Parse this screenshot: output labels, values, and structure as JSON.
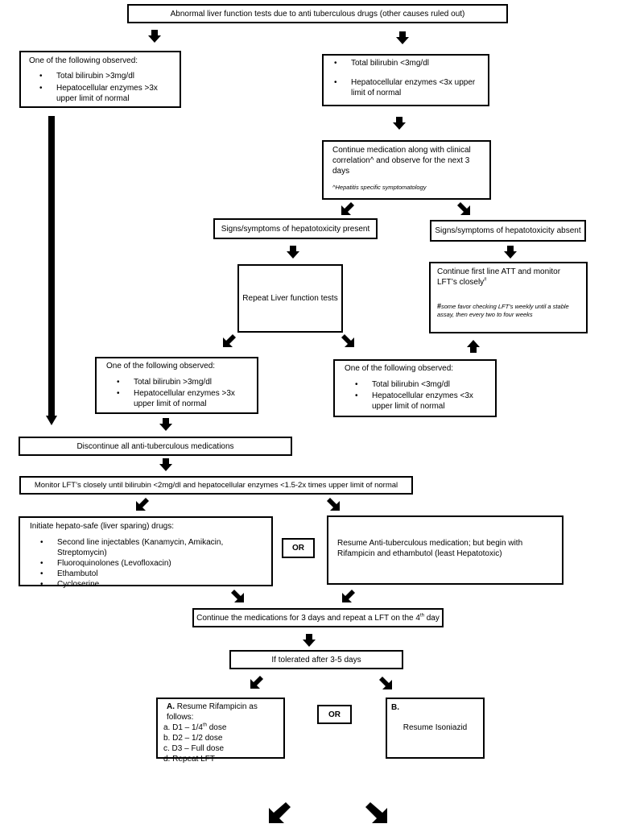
{
  "top": {
    "text": "Abnormal liver function tests due to anti tuberculous drugs (other causes ruled out)"
  },
  "left_high": {
    "heading": "One of the following observed:",
    "items": [
      "Total bilirubin >3mg/dl",
      "Hepatocellular enzymes >3x upper limit of normal"
    ]
  },
  "right_low": {
    "items": [
      "Total bilirubin <3mg/dl",
      "Hepatocellular enzymes <3x upper limit of normal"
    ]
  },
  "continue_med": {
    "text": "Continue medication along with clinical correlation^ and observe for the next 3 days",
    "note": "^Hepatitis specific symptomatology"
  },
  "signs_present": {
    "text": "Signs/symptoms of hepatotoxicity present"
  },
  "signs_absent": {
    "text": "Signs/symptoms of hepatotoxicity absent"
  },
  "repeat_lft": {
    "text": "Repeat Liver function tests"
  },
  "continue_first_line": {
    "text": "Continue first line ATT and monitor LFT’s closely",
    "mark": "#",
    "note_mark": "#",
    "note": "some favor checking LFT’s weekly until a stable assay, then every two to four weeks"
  },
  "observed_high2": {
    "heading": "One of the following observed:",
    "items": [
      "Total bilirubin >3mg/dl",
      "Hepatocellular enzymes >3x upper limit of normal"
    ]
  },
  "observed_low2": {
    "heading": "One of the following observed:",
    "items": [
      "Total bilirubin <3mg/dl",
      "Hepatocellular enzymes <3x upper limit of normal"
    ]
  },
  "discontinue": {
    "text": "Discontinue all anti-tuberculous medications"
  },
  "monitor": {
    "text": "Monitor LFT’s closely until bilirubin <2mg/dl and hepatocellular enzymes <1.5-2x times upper limit of normal"
  },
  "hepato_safe": {
    "heading": "Initiate hepato-safe (liver sparing) drugs:",
    "items": [
      "Second line injectables (Kanamycin, Amikacin, Streptomycin)",
      "Fluoroquinolones (Levofloxacin)",
      "Ethambutol",
      "Cycloserine"
    ]
  },
  "or1": {
    "text": "OR"
  },
  "resume_att": {
    "text": "Resume Anti-tuberculous medication; but begin with Rifampicin and ethambutol (least Hepatotoxic)"
  },
  "continue_3days": {
    "pre": "Continue the medications for 3 days and repeat a LFT on the 4",
    "sup": "th",
    "post": " day"
  },
  "tolerated": {
    "text": "If tolerated after 3-5 days"
  },
  "option_a": {
    "label": "A.",
    "title": " Resume Rifampicin as follows:",
    "line1_pre": "a. D1 – 1/4",
    "line1_sup": "th",
    "line1_post": " dose",
    "line2": "b. D2 – 1/2 dose",
    "line3": "c. D3 – Full dose",
    "line4": "d. Repeat LFT"
  },
  "or2": {
    "text": "OR"
  },
  "option_b": {
    "label": "B.",
    "text": "Resume Isoniazid"
  }
}
